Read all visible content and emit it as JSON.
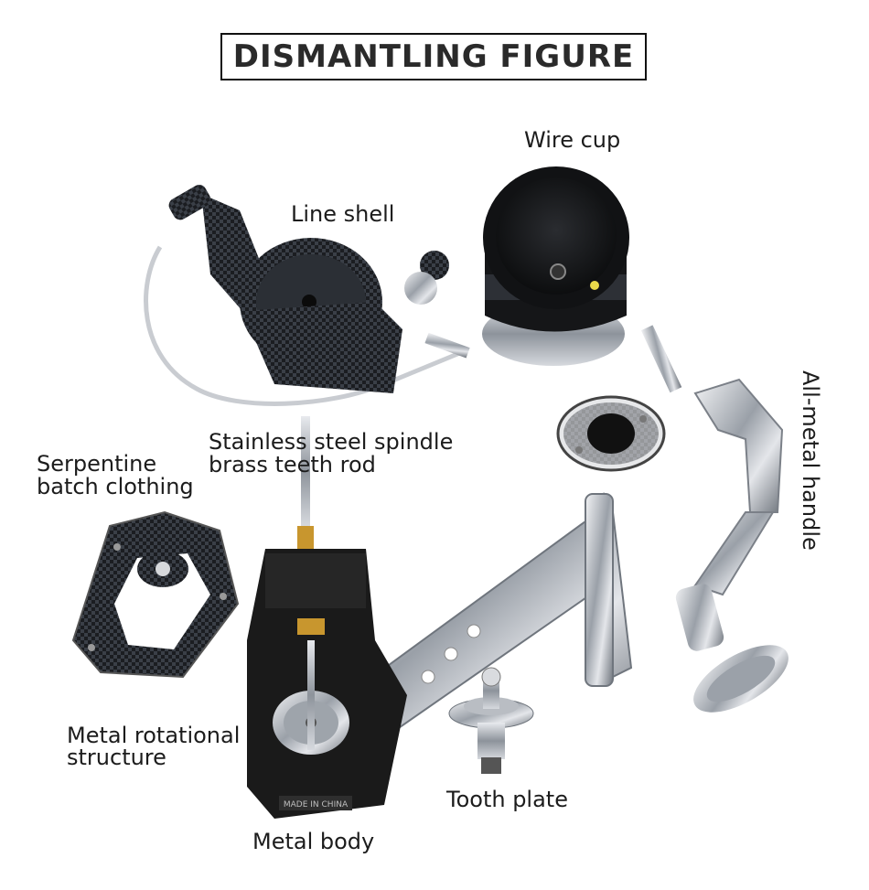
{
  "title": "DISMANTLING FIGURE",
  "labels": {
    "wire_cup": "Wire cup",
    "line_shell": "Line shell",
    "spindle_line1": "Stainless steel spindle",
    "spindle_line2": "brass teeth rod",
    "serpentine_line1": "Serpentine",
    "serpentine_line2": "batch clothing",
    "metal_rotational_line1": "Metal rotational",
    "metal_rotational_line2": "structure",
    "tooth_plate": "Tooth plate",
    "metal_body": "Metal body",
    "all_metal_handle": "All-metal handle",
    "made_in_china": "MADE IN CHINA"
  },
  "colors": {
    "carbon": "#1a1a1a",
    "chrome": "#b8bcc2",
    "brass": "#c8962e",
    "title_border": "#111111"
  }
}
